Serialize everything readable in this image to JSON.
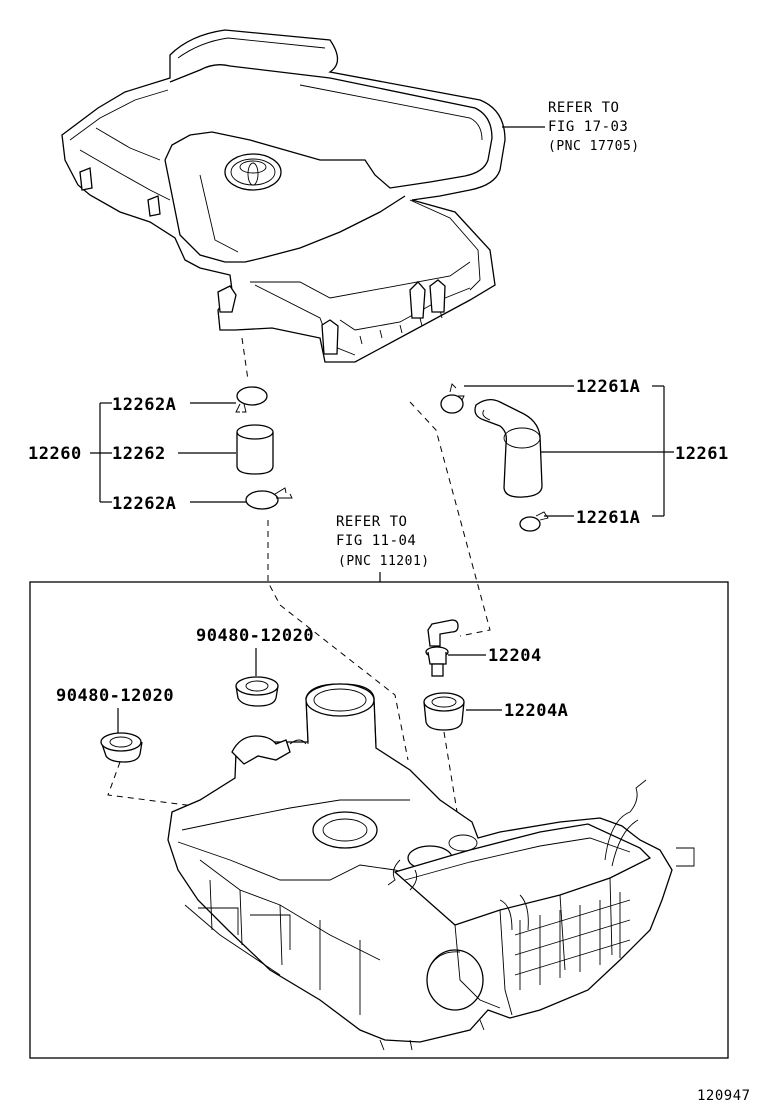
{
  "diagram": {
    "refer_top": {
      "line1": "REFER TO",
      "line2": "FIG 17-03",
      "line3": "(PNC 17705)"
    },
    "refer_mid": {
      "line1": "REFER TO",
      "line2": "FIG 11-04",
      "line3": "(PNC 11201)"
    },
    "labels": {
      "p12262A_top": "12262A",
      "p12260": "12260",
      "p12262": "12262",
      "p12262A_bottom": "12262A",
      "p12261A_top": "12261A",
      "p12261": "12261",
      "p12261A_bottom": "12261A",
      "p12204": "12204",
      "p12204A": "12204A",
      "p90480_a": "90480-12020",
      "p90480_b": "90480-12020"
    },
    "figure_number": "120947"
  }
}
